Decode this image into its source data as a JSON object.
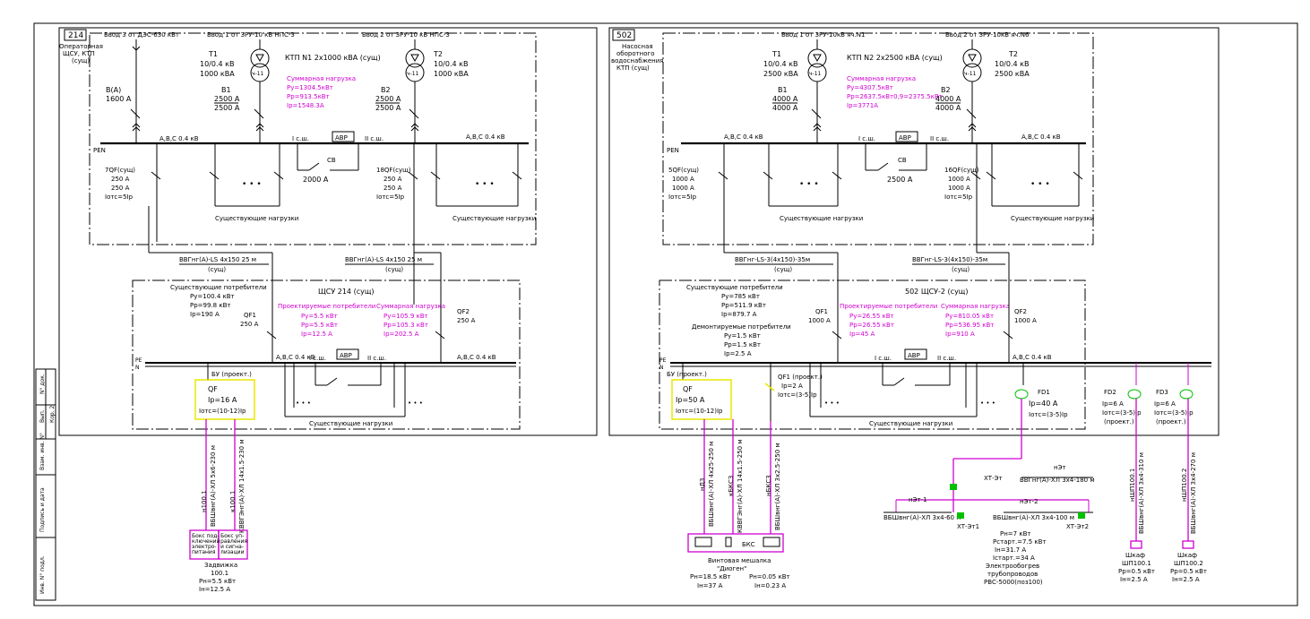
{
  "side_stamp": {
    "labels": [
      "Инв. N° подл.",
      "Подпись и дата",
      "Взам. инв. N°",
      "Вып.",
      "N° док."
    ],
    "kop": "Кор. 2"
  },
  "left": {
    "panel_number": "214",
    "panel_title": [
      "Операторная",
      "ЩСУ, КТП",
      "(сущ)"
    ],
    "feed3": "Ввод 3 от ДЭС-630 кВт",
    "feed1": "Ввод 1 от ЗРУ-10 кВ НПС-3",
    "feed2": "Ввод 2 от ЗРУ-10 кВ НПС-3",
    "ktp_title": "КТП N1 2х1000 кВА (сущ)",
    "sum_load": [
      "Суммарная нагрузка",
      "Ру=1304.5кВт",
      "Рр=913.5кВт",
      "Iр=1548.3А"
    ],
    "t1": [
      "Т1",
      "10/0.4 кВ",
      "1000 кВА"
    ],
    "t2": [
      "Т2",
      "10/0.4 кВ",
      "1000 кВА"
    ],
    "b_gen": [
      "В(А)",
      "1600 А"
    ],
    "b1": [
      "В1",
      "2500 А",
      "2500 А"
    ],
    "b2": [
      "В2",
      "2500 А",
      "2500 А"
    ],
    "pen": "PEN",
    "bus_label_1": "А,В,С 0.4 кВ",
    "bus_label_2": "А,В,С 0.4 кВ",
    "sec1": "I с.ш.",
    "sec2": "II с.ш.",
    "avr": "АВР",
    "sv": [
      "СВ",
      "2000 А"
    ],
    "qf7": [
      "7QF(сущ)",
      "250 А",
      "250 А",
      "Iотс=5Iр"
    ],
    "qf18": [
      "18QF(сущ)",
      "250 А",
      "250 А",
      "Iотс=5Iр"
    ],
    "existing_loads": "Существующие нагрузки",
    "cable1": [
      "ВВГнг(А)-LS 4х150 25 м",
      "(сущ)"
    ],
    "cable2": [
      "ВВГнг(А)-LS 4х150 25 м",
      "(сущ)"
    ],
    "shsu_title": "ЩСУ 214 (сущ)",
    "existing_consumers": [
      "Существующие потребители",
      "Ру=100.4 кВт",
      "Рр=99.8 кВт",
      "Iр=190 А"
    ],
    "qf1": [
      "QF1",
      "250 А"
    ],
    "qf2": [
      "QF2",
      "250 А"
    ],
    "proj_consumers": [
      "Проектируемые потребители",
      "Ру=5.5 кВт",
      "Рр=5.5 кВт",
      "Iр=12.5 А"
    ],
    "sum_consumers": [
      "Суммарная нагрузка",
      "Ру=105.9 кВт",
      "Рр=105.3 кВт",
      "Iр=202.5 А"
    ],
    "bus_low_1": "А,В,С 0.4 кВ",
    "bus_low_2": "А,В,С 0.4 кВ",
    "pe_n": [
      "PE",
      "N"
    ],
    "bu": "БУ (проект.)",
    "qf_new": [
      "QF",
      "Iр=16 А",
      "Iотс=(10-12)Iр"
    ],
    "cable_a": [
      "н100.1",
      "ВБШвнг(А)-ХЛ 5х6-230 м"
    ],
    "cable_b": [
      "к100.1",
      "КВВГЭнг(А)-ХЛ 14х1.5-230 м"
    ],
    "box_a": [
      "Бокс под-",
      "ключений",
      "электро-",
      "питания"
    ],
    "box_b": [
      "Бокс уп-",
      "равления",
      "и сигна-",
      "лизации"
    ],
    "valve": [
      "Задвижка",
      "100.1",
      "Рн=5.5 кВт",
      "Iн=12.5 А"
    ]
  },
  "right": {
    "panel_number": "502",
    "panel_title": [
      "Насосная",
      "оборотного",
      "водоснабжения",
      "КТП (сущ)"
    ],
    "feed1": "Ввод 1 от ЗРУ-10кВ яч.N1",
    "feed2": "Ввод 2 от ЗРУ-10кВ яч.N6",
    "ktp_title": "КТП N2 2х2500 кВА (сущ)",
    "sum_load": [
      "Суммарная нагрузка",
      "Ру=4307.5кВт",
      "Рр=2637.5кВт0,9=2375.5кВт",
      "Iр=3771А"
    ],
    "t1": [
      "Т1",
      "10/0.4 кВ",
      "2500 кВА"
    ],
    "t2": [
      "Т2",
      "10/0.4 кВ",
      "2500 кВА"
    ],
    "b1": [
      "В1",
      "4000 А",
      "4000 А"
    ],
    "b2": [
      "В2",
      "4000 А",
      "4000 А"
    ],
    "pen": "PEN",
    "bus_label_1": "А,В,С 0.4 кВ",
    "bus_label_2": "А,В,С 0.4 кВ",
    "sec1": "I с.ш.",
    "sec2": "II с.ш.",
    "avr": "АВР",
    "sv": [
      "СВ",
      "2500 А"
    ],
    "qf5": [
      "5QF(сущ)",
      "1000 А",
      "1000 А",
      "Iотс=5Iр"
    ],
    "qf16": [
      "16QF(сущ)",
      "1000 А",
      "1000 А",
      "Iотс=5Iр"
    ],
    "existing_loads": "Существующие нагрузки",
    "cable1": [
      "ВВГнг-LS-3(4х150)-35м",
      "(сущ)"
    ],
    "cable2": [
      "ВВГнг-LS-3(4х150)-35м",
      "(сущ)"
    ],
    "shsu_title": "502 ЩСУ-2 (сущ)",
    "existing_consumers": [
      "Существующие потребители",
      "Ру=785 кВт",
      "Рр=511.9 кВт",
      "Iр=879.7 А"
    ],
    "demounted": [
      "Демонтируемые потребители",
      "Ру=1.5 кВт",
      "Рр=1.5 кВт",
      "Iр=2.5 А"
    ],
    "qf1": [
      "QF1",
      "1000 А"
    ],
    "qf2": [
      "QF2",
      "1000 А"
    ],
    "proj_consumers": [
      "Проектируемые потребители",
      "Ру=26.55 кВт",
      "Рр=26.55 кВт",
      "Iр=45 А"
    ],
    "sum_consumers": [
      "Суммарная нагрузка",
      "Ру=810.05 кВт",
      "Рр=536.95 кВт",
      "Iр=910 А"
    ],
    "bus_low": "А,В,С 0.4 кВ",
    "pe_n": [
      "PE",
      "N"
    ],
    "bu": "БУ (проект.)",
    "qf_new": [
      "QF",
      "Iр=50 А",
      "Iотс=(10-12)Iр"
    ],
    "qf1_proj": [
      "QF1 (проект.)",
      "Iр=2 А",
      "Iотс=(3-5)Iр"
    ],
    "fd1": [
      "FD1",
      "Iр=40 А",
      "Iотс=(3-5)Iр"
    ],
    "fd2": [
      "FD2",
      "Iр=6 А",
      "Iотс=(3-5)Iр",
      "(проект.)"
    ],
    "fd3": [
      "FD3",
      "Iр=6 А",
      "Iотс=(3-5)Iр",
      "(проект.)"
    ],
    "cable_d1": [
      "нД3",
      "ВБШвнг(А)-ХЛ 4х25-250 м"
    ],
    "cable_d2": [
      "кБКС3",
      "КВВГЭнг(А)-ХЛ 14х1.5-250 м"
    ],
    "cable_d3": [
      "нБКС3",
      "ВБШвнг(А)-ХЛ 3х2.5-250 м"
    ],
    "bks": "БКС",
    "mixer": [
      "Винтовая мешалка",
      "\"Диоген\""
    ],
    "mixer_left": [
      "Рн=18.5 кВт",
      "Iн=37 А"
    ],
    "mixer_right": [
      "Рн=0.05 кВт",
      "Iн=0.23 А"
    ],
    "net": "нЭт",
    "xt_em": "ХТ-Эт",
    "cable_em": "ВВГнг(А)-ХЛ 3х4-180 м",
    "net1": "нЭт-1",
    "net2": "нЭт-2",
    "cable_em1": "ВБШвнг(А)-ХЛ 3х4-60 м",
    "cable_em2": "ВБШвнг(А)-ХЛ 3х4-100 м",
    "xt_em1": "ХТ-Эт1",
    "xt_em2": "ХТ-Эт2",
    "heating": [
      "Рн=7 кВт",
      "Рстарт.=7.5 кВт",
      "Iн=31.7 А",
      "Iстарт.=34 А",
      "Электрообогрев",
      "трубопроводов",
      "РВС-5000(поз100)"
    ],
    "cable_shp1": [
      "нШП100.1",
      "ВБШвнг(А)-ХЛ 3х4-310 м"
    ],
    "cable_shp2": [
      "нШП100.2",
      "ВБШвнг(А)-ХЛ 3х4-270 м"
    ],
    "shp1": [
      "Шкаф",
      "ШП100.1",
      "Рр=0.5 кВт",
      "Iн=2.5 А"
    ],
    "shp2": [
      "Шкаф",
      "ШП100.2",
      "Рр=0.5 кВт",
      "Iн=2.5 А"
    ]
  },
  "colors": {
    "line": "#000000",
    "magenta": "#d000d0",
    "yellow": "#e8e800",
    "green": "#00c000"
  }
}
